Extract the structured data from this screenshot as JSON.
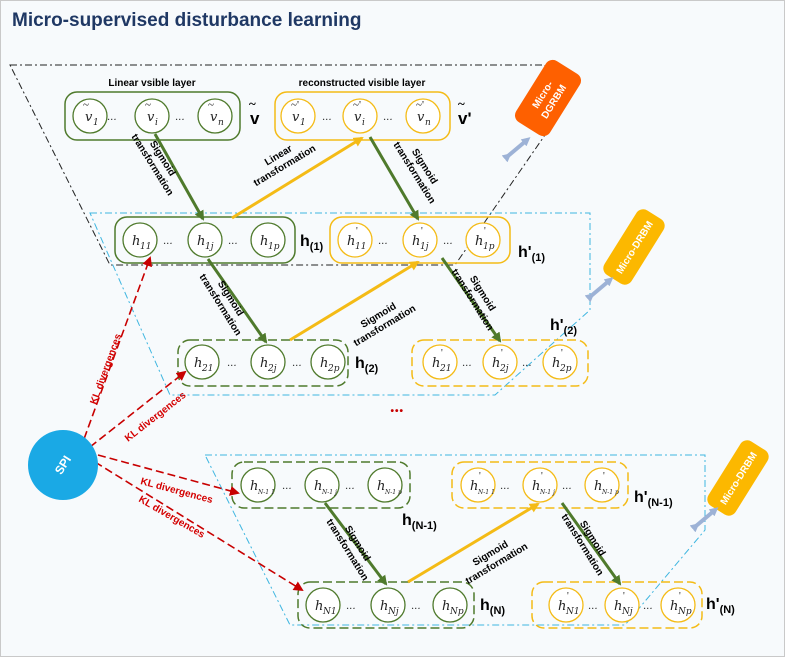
{
  "title": "Micro-supervised disturbance learning",
  "top_labels": {
    "linear_visible": "Linear vsible layer",
    "reconstructed_visible": "reconstructed visible layer"
  },
  "vars": {
    "v": "v",
    "v_prime": "v'",
    "v1": "v",
    "v1_sub": "1",
    "vi": "v",
    "vi_sub": "i",
    "vn": "v",
    "vn_sub": "n",
    "h": "h",
    "h1": "h",
    "h1_sub": "(1)",
    "h1p": "h'",
    "h1p_sub": "(1)",
    "h2": "h",
    "h2_sub": "(2)",
    "h2p": "h'",
    "h2p_sub": "(2)",
    "hN1": "h",
    "hN1_sub": "(N-1)",
    "hN1p": "h'",
    "hN1p_sub": "(N-1)",
    "hN": "h",
    "hN_sub": "(N)",
    "hNp": "h'",
    "hNp_sub": "(N)",
    "dots": "...",
    "vdots": "...",
    "n11": "11",
    "n1j": "1j",
    "n1p": "1p",
    "n21": "21",
    "n2j": "2j",
    "n2p": "2p",
    "nA1": "N-1 1",
    "nAj": "N-1 j",
    "nAp": "N-1 p",
    "nN1": "N1",
    "nNj": "Nj",
    "nNp": "Np"
  },
  "arrows": {
    "sigmoid": "Sigmoid",
    "transformation": "transformation",
    "linear": "Linear",
    "kl": "KL divergences"
  },
  "badges": {
    "dgrbm_line1": "Micro-",
    "dgrbm_line2": "DGRBM",
    "drbm_top": "Micro-DRBM",
    "drbm_bottom": "Micro-DRBM"
  },
  "spi": "SPI",
  "colors": {
    "green": "#4f7a2c",
    "yellow": "#f4bb16",
    "red": "#c80000",
    "orange": "#fe6000",
    "badge_yellow": "#fcb800",
    "spi_blue": "#1aa9e5",
    "title_navy": "#1f3864"
  }
}
